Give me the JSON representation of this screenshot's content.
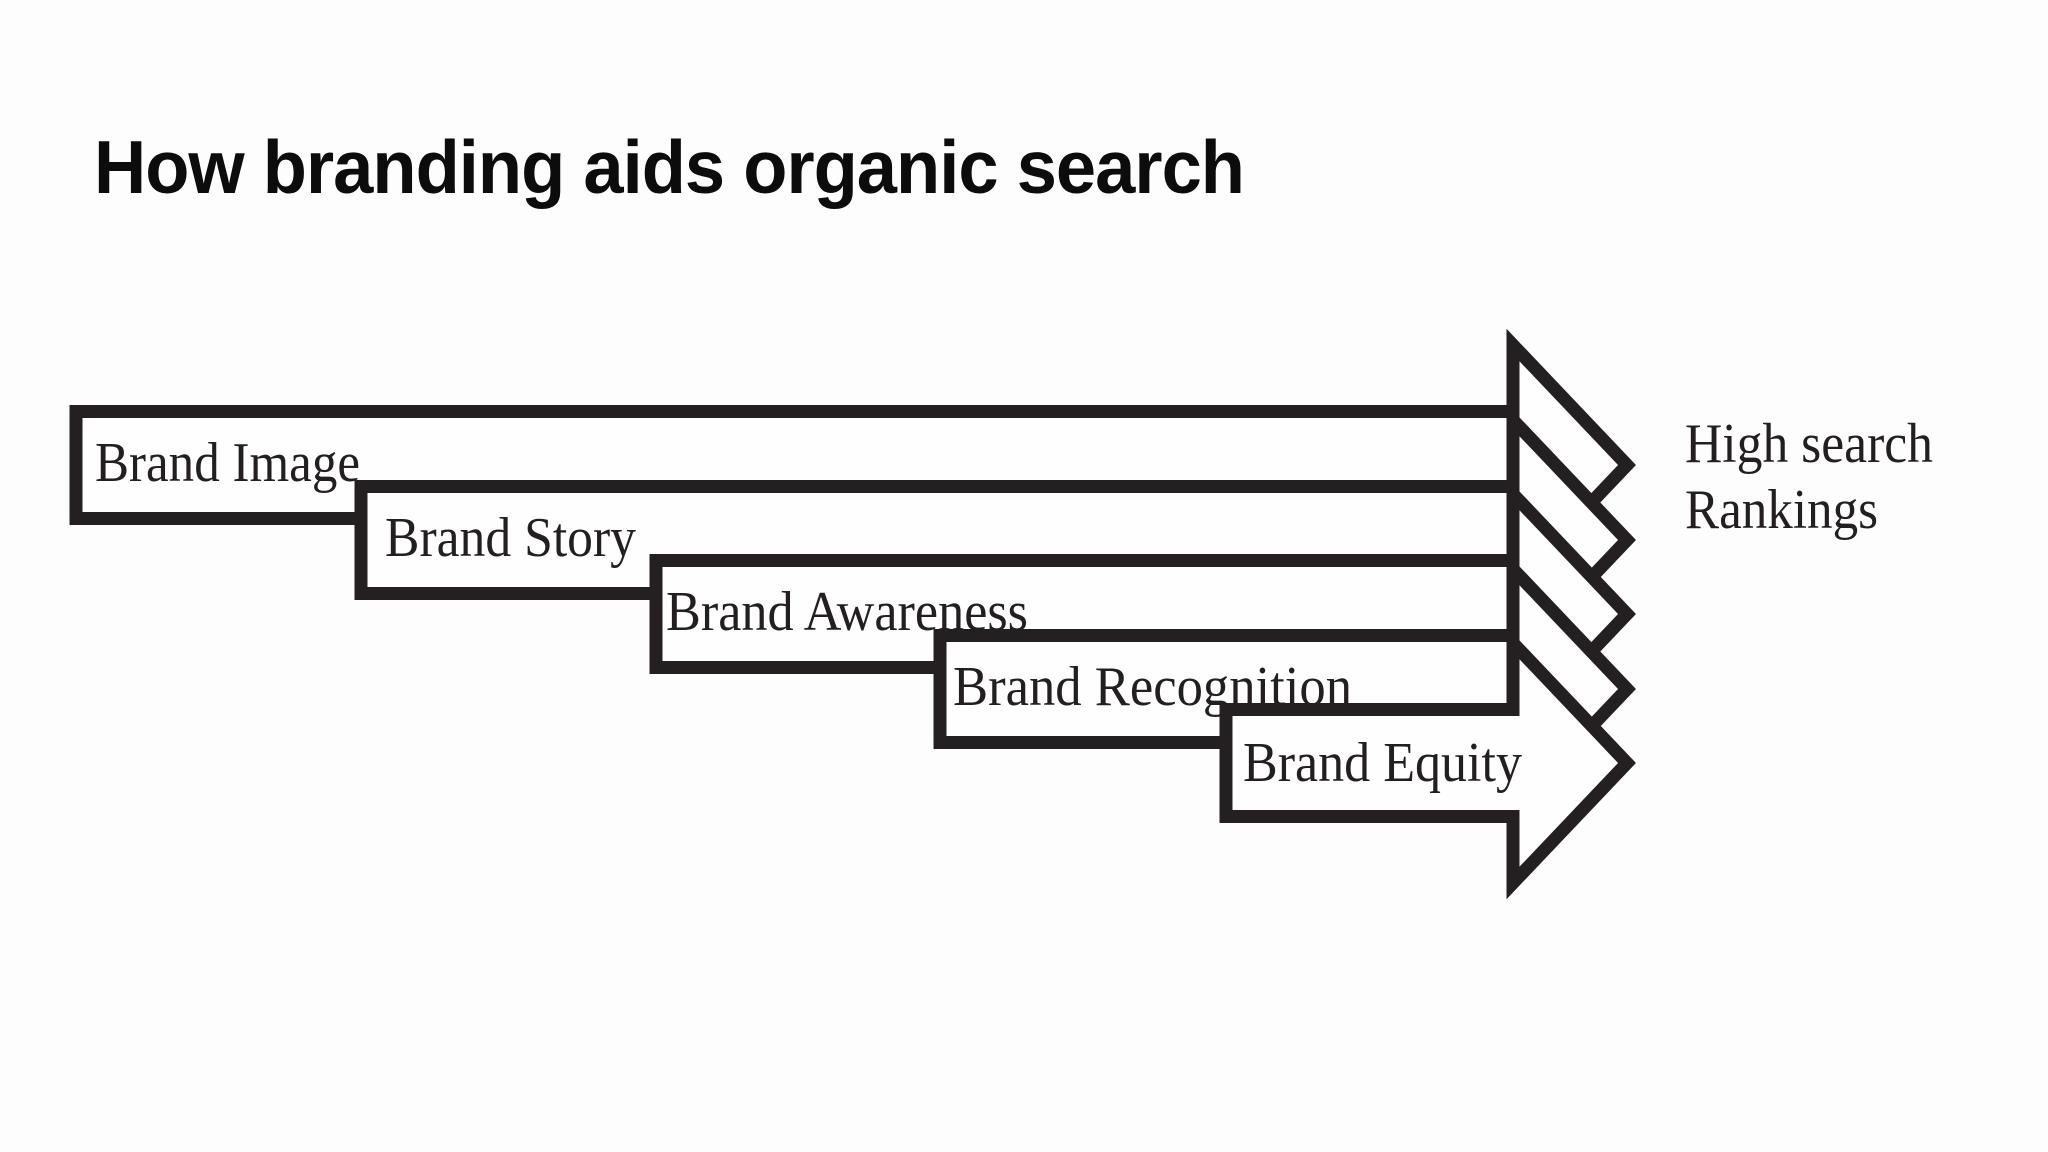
{
  "title": "How branding aids organic search",
  "diagram": {
    "arrows": [
      {
        "label": "Brand Image"
      },
      {
        "label": "Brand Story"
      },
      {
        "label": "Brand Awareness"
      },
      {
        "label": "Brand Recognition"
      },
      {
        "label": "Brand Equity"
      }
    ],
    "result": {
      "line1": "High search",
      "line2": "Rankings"
    }
  },
  "colors": {
    "background": "#fdfdfd",
    "fill": "#fefefe",
    "outline": "#242021",
    "text": "#231f20",
    "title": "#0c0c0c"
  }
}
